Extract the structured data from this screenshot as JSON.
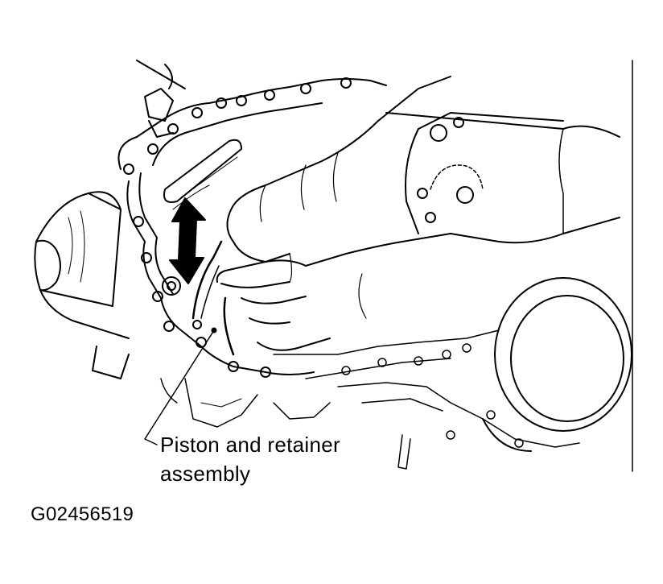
{
  "callout": {
    "line1": "Piston and retainer",
    "line2": "assembly"
  },
  "figure_id": "G02456519",
  "colors": {
    "ink": "#000000",
    "paper": "#ffffff"
  },
  "icons": [
    "double-headed-arrow-icon"
  ]
}
